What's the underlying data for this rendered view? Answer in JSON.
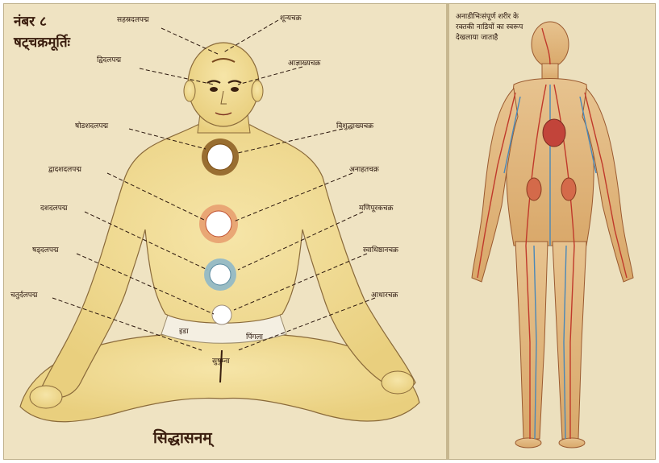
{
  "plate": {
    "title_line1": "नंबर ८",
    "title_line2": "षट्चक्रमूर्तिः",
    "caption": "सिद्धासनम्"
  },
  "lotus_labels_left": [
    "सहस्रदलपद्म",
    "द्विदलपद्म",
    "षोडशदलपद्म",
    "द्वादशदलपद्म",
    "दशदलपद्म",
    "षड्दलपद्म",
    "चतुर्दलपद्म"
  ],
  "chakra_labels_right": [
    "शून्यचक्र",
    "आज्ञाख्यचक्र",
    "विशुद्धाख्यचक्र",
    "अनाहतचक्र",
    "मणिपूरकचक्र",
    "स्वाधिष्ठानचक्र",
    "आधारचक्र"
  ],
  "body_marks": {
    "ida": "इडा",
    "pingala": "पिंगला",
    "sushumna": "सुषुम्ना"
  },
  "anatomy_note": "अनाडीभिःसंपूर्ण शरीर के रक्तकी नाडियों का स्वरूप देखलाया जाताहै"
}
